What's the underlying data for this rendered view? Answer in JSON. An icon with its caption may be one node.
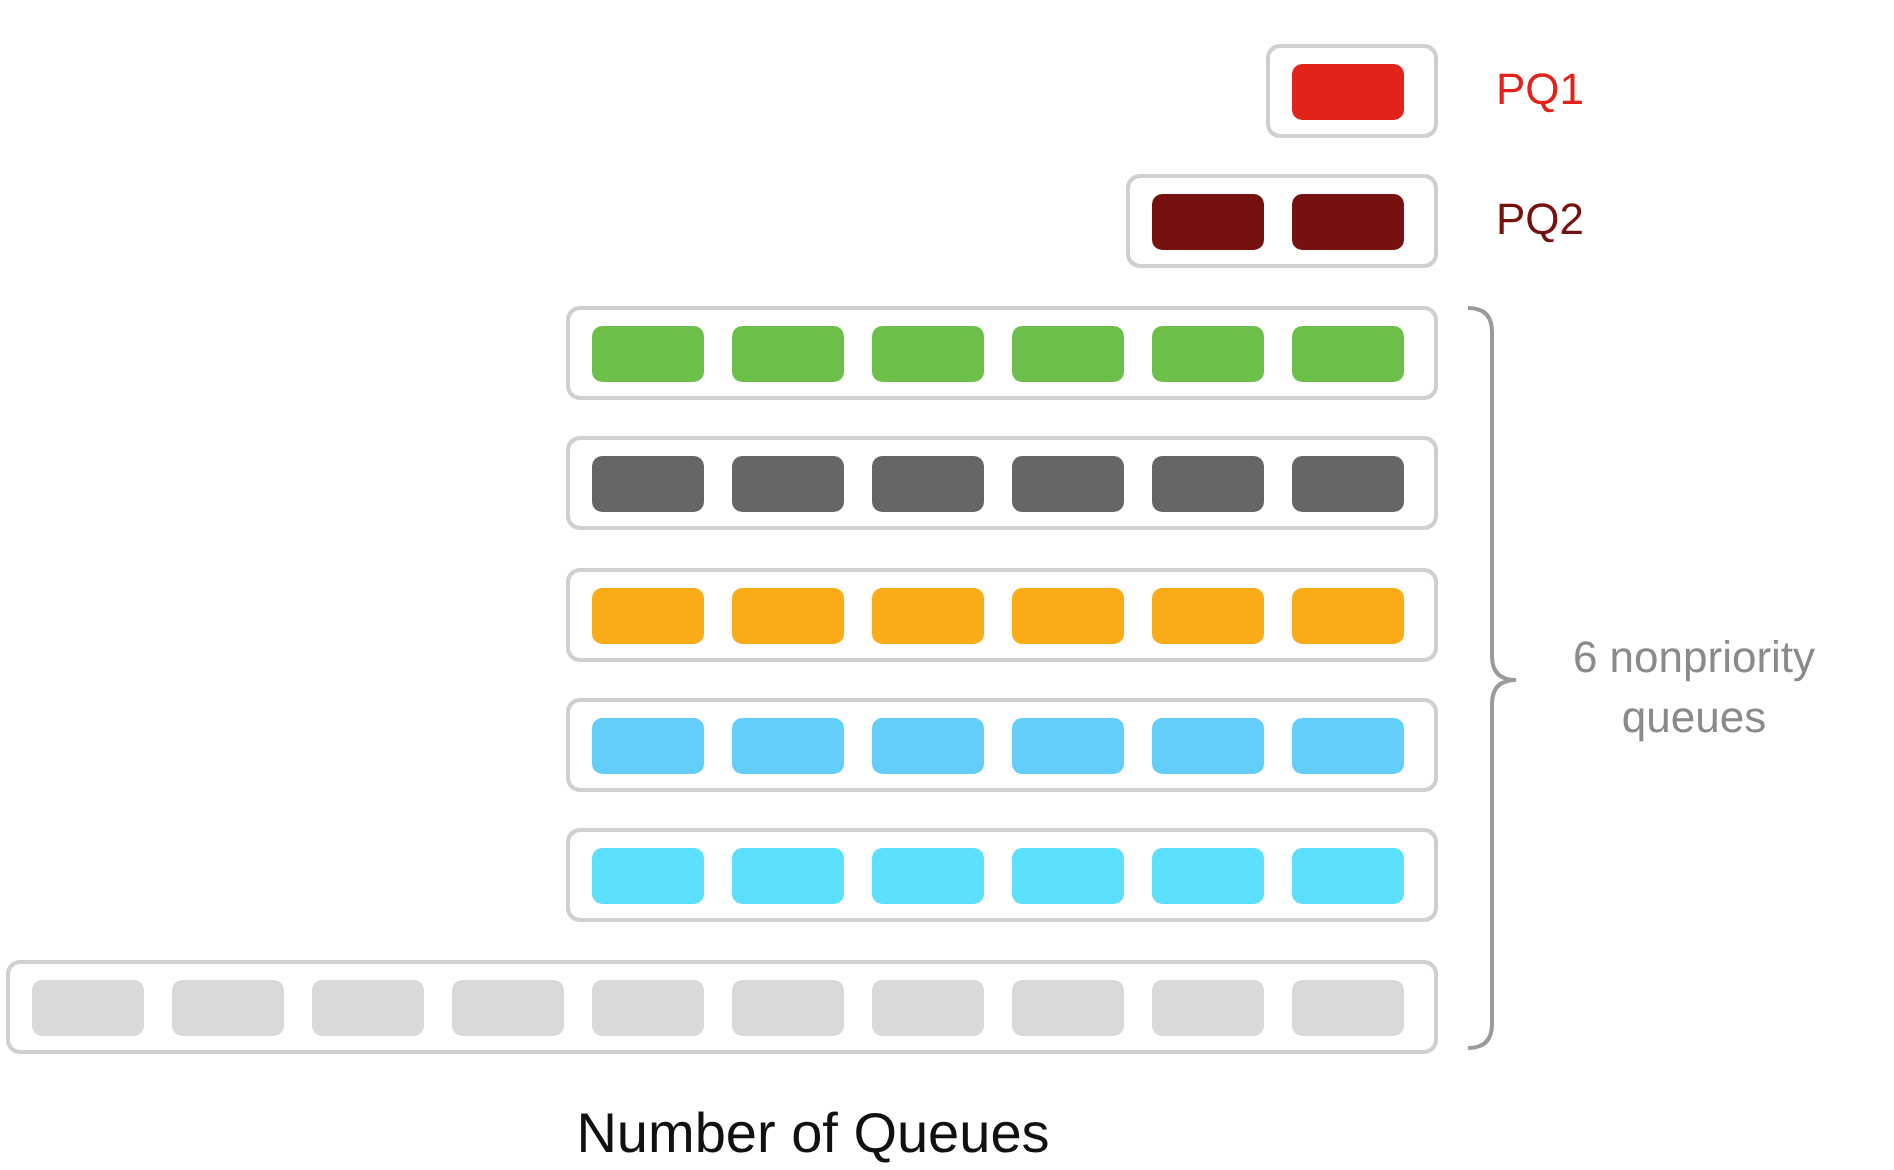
{
  "diagram": {
    "caption": "Number of Queues",
    "nodes": [
      {
        "text": [],
        "shape": "box",
        "beside": [
          "PQ1"
        ]
      },
      {
        "text": [],
        "shape": "box",
        "in": 0
      },
      {
        "text": [],
        "shape": "box",
        "beside": [
          "PQ2"
        ]
      },
      {
        "text": [],
        "shape": "box",
        "in": 2
      },
      {
        "text": [],
        "shape": "box",
        "in": 2
      },
      {
        "text": [],
        "shape": "box"
      },
      {
        "text": [],
        "shape": "box",
        "in": 5
      },
      {
        "text": [],
        "shape": "box",
        "in": 5
      },
      {
        "text": [],
        "shape": "box",
        "in": 5
      },
      {
        "text": [],
        "shape": "box",
        "in": 5
      },
      {
        "text": [],
        "shape": "box",
        "in": 5
      },
      {
        "text": [],
        "shape": "box",
        "in": 5
      },
      {
        "text": [],
        "shape": "box"
      },
      {
        "text": [],
        "shape": "box",
        "in": 12
      },
      {
        "text": [],
        "shape": "box",
        "in": 12
      },
      {
        "text": [],
        "shape": "box",
        "in": 12
      },
      {
        "text": [],
        "shape": "box",
        "in": 12
      },
      {
        "text": [],
        "shape": "box",
        "in": 12
      },
      {
        "text": [],
        "shape": "box",
        "in": 12
      },
      {
        "text": [],
        "shape": "box"
      },
      {
        "text": [],
        "shape": "box",
        "in": 19
      },
      {
        "text": [],
        "shape": "box",
        "in": 19
      },
      {
        "text": [],
        "shape": "box",
        "in": 19
      },
      {
        "text": [],
        "shape": "box",
        "in": 19
      },
      {
        "text": [],
        "shape": "box",
        "in": 19
      },
      {
        "text": [],
        "shape": "box",
        "in": 19
      },
      {
        "text": [],
        "shape": "box"
      },
      {
        "text": [],
        "shape": "box",
        "in": 26
      },
      {
        "text": [],
        "shape": "box",
        "in": 26
      },
      {
        "text": [],
        "shape": "box",
        "in": 26
      },
      {
        "text": [],
        "shape": "box",
        "in": 26
      },
      {
        "text": [],
        "shape": "box",
        "in": 26
      },
      {
        "text": [],
        "shape": "box",
        "in": 26
      },
      {
        "text": [],
        "shape": "box"
      },
      {
        "text": [],
        "shape": "box",
        "in": 33
      },
      {
        "text": [],
        "shape": "box",
        "in": 33
      },
      {
        "text": [],
        "shape": "box",
        "in": 33
      },
      {
        "text": [],
        "shape": "box",
        "in": 33
      },
      {
        "text": [],
        "shape": "box",
        "in": 33
      },
      {
        "text": [],
        "shape": "box",
        "in": 33
      },
      {
        "text": [],
        "shape": "box"
      },
      {
        "text": [],
        "shape": "box",
        "in": 40
      },
      {
        "text": [],
        "shape": "box",
        "in": 40
      },
      {
        "text": [],
        "shape": "box",
        "in": 40
      },
      {
        "text": [],
        "shape": "box",
        "in": 40
      },
      {
        "text": [],
        "shape": "box",
        "in": 40
      },
      {
        "text": [],
        "shape": "box",
        "in": 40
      },
      {
        "text": [],
        "shape": "box",
        "in": 40
      },
      {
        "text": [],
        "shape": "box",
        "in": 40
      },
      {
        "text": [],
        "shape": "box",
        "in": 40
      },
      {
        "text": [],
        "shape": "box",
        "in": 40
      }
    ],
    "labels": [
      "6 nonpriority queues"
    ]
  }
}
